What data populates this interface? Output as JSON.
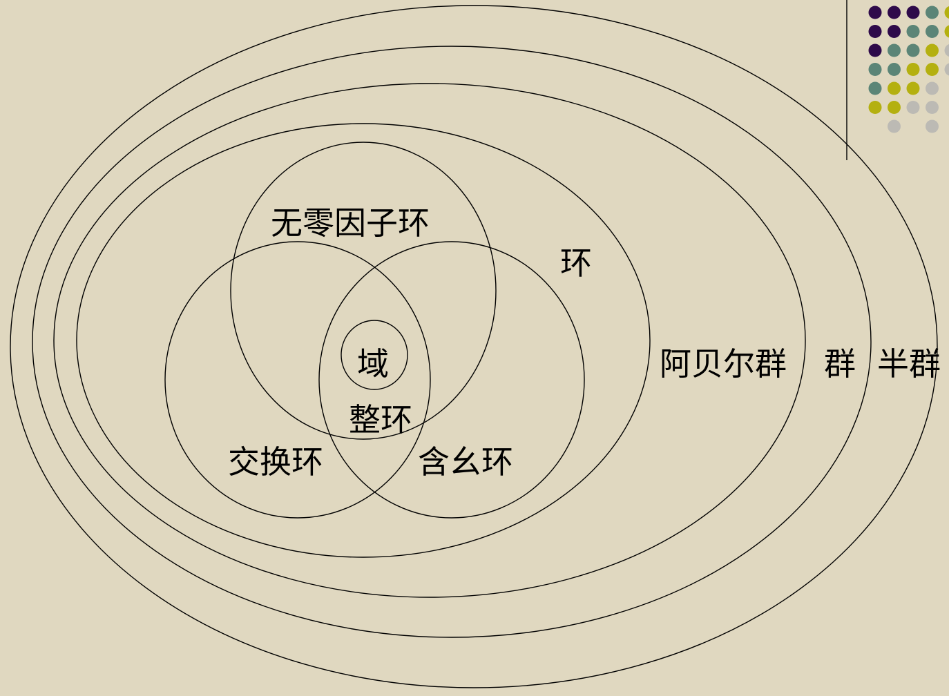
{
  "diagram": {
    "labels": {
      "semigroup": "半群",
      "group": "群",
      "abelian_group": "阿贝尔群",
      "ring": "环",
      "zero_divisor_free_ring": "无零因子环",
      "commutative_ring": "交换环",
      "unital_ring": "含幺环",
      "integral_domain": "整环",
      "field": "域"
    }
  },
  "decoration": {
    "dot_colors": [
      "#2e0a4a",
      "#5b8577",
      "#b4b010",
      "#bcbab4"
    ]
  }
}
